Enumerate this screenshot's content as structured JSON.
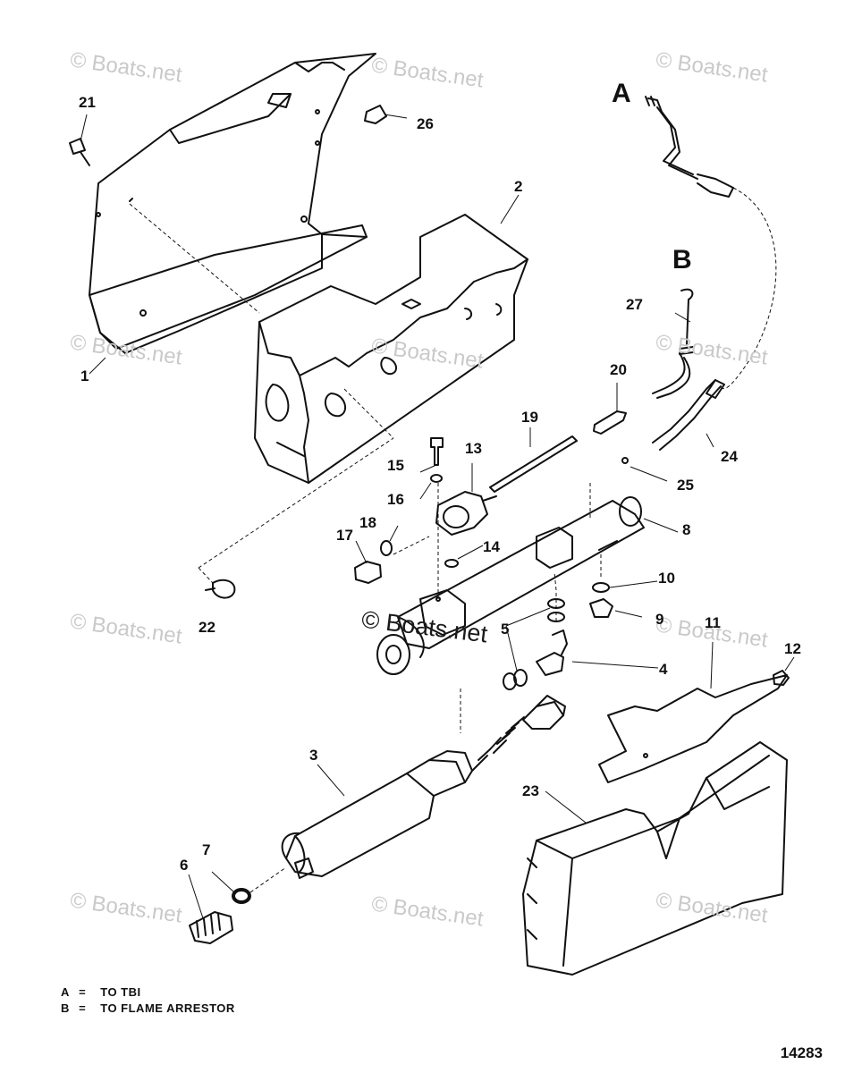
{
  "watermark": {
    "text": "© Boats.net",
    "center_text": "© Boats.net"
  },
  "markers": {
    "a": "A",
    "b": "B"
  },
  "callouts": [
    "1",
    "2",
    "3",
    "4",
    "5",
    "6",
    "7",
    "8",
    "9",
    "10",
    "11",
    "12",
    "13",
    "14",
    "15",
    "16",
    "17",
    "18",
    "19",
    "20",
    "21",
    "22",
    "23",
    "24",
    "25",
    "26",
    "27"
  ],
  "legend": {
    "a_key": "A",
    "a_eq": "=",
    "a_text": "TO TBI",
    "b_key": "B",
    "b_eq": "=",
    "b_text": "TO FLAME ARRESTOR"
  },
  "figure_number": "14283"
}
